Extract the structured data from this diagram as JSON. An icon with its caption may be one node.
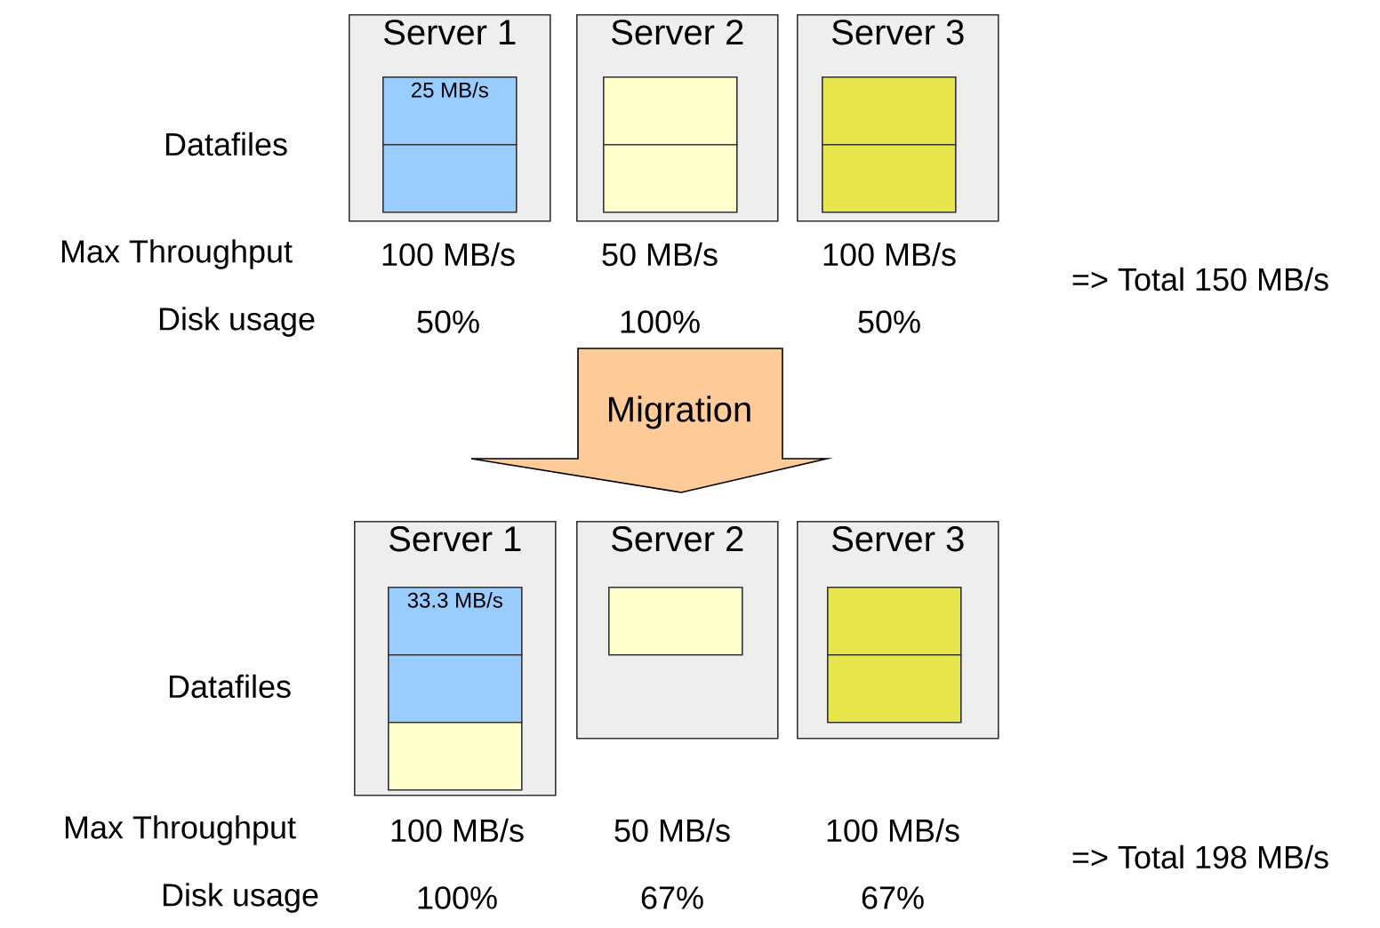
{
  "diagram": {
    "nodes": [
      {
        "text": [
          "Server 1"
        ]
      },
      {
        "text": [
          "25 MB/s"
        ],
        "in": 0
      },
      {
        "text": [],
        "shape": "box",
        "in": 0
      },
      {
        "text": [
          "Server 2"
        ]
      },
      {
        "text": [],
        "shape": "box",
        "in": 3
      },
      {
        "text": [],
        "shape": "box",
        "in": 3
      },
      {
        "text": [
          "Server 3"
        ]
      },
      {
        "text": [],
        "shape": "box",
        "in": 6
      },
      {
        "text": [],
        "shape": "box",
        "in": 6
      },
      {
        "text": [
          "Migration"
        ]
      },
      {
        "text": [
          "Server 1"
        ]
      },
      {
        "text": [
          "33.3 MB/s"
        ],
        "in": 10
      },
      {
        "text": [],
        "shape": "box",
        "in": 10
      },
      {
        "text": [],
        "shape": "box",
        "in": 10
      },
      {
        "text": [
          "Server 2"
        ]
      },
      {
        "text": [],
        "shape": "box",
        "in": 14
      },
      {
        "text": [
          "Server 3"
        ]
      },
      {
        "text": [],
        "shape": "box",
        "in": 16
      },
      {
        "text": [],
        "shape": "box",
        "in": 16
      }
    ],
    "labels": [
      "Datafiles",
      "Max Throughput",
      "100 MB/s",
      "50 MB/s",
      "100 MB/s",
      "=> Total 150 MB/s",
      "Disk usage",
      "50%",
      "100%",
      "50%",
      "Datafiles",
      "Max Throughput",
      "100 MB/s",
      "50 MB/s",
      "100 MB/s",
      "=> Total 198 MB/s",
      "Disk usage",
      "100%",
      "67%",
      "67%"
    ]
  }
}
